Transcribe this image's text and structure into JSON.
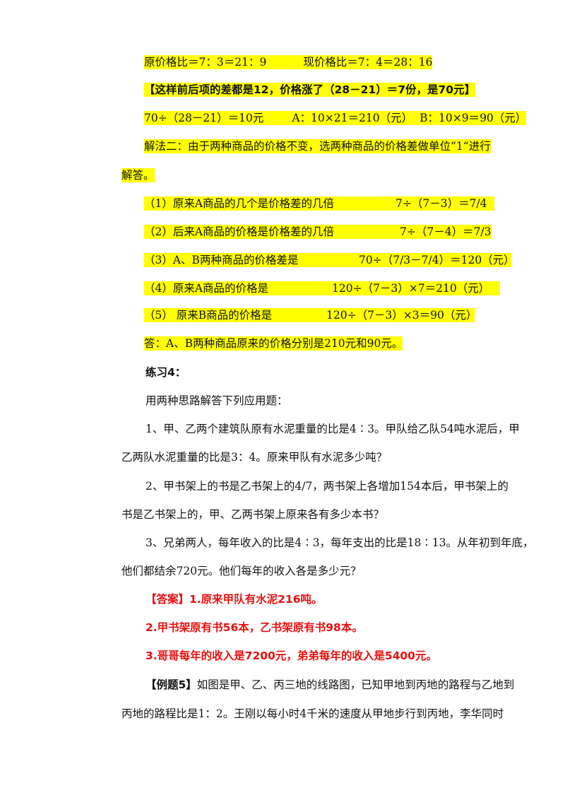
{
  "highlight_color": "#ffff00",
  "answer_color": "#e8100e",
  "solution": {
    "ratios": {
      "original": "原价格比＝7：3＝21：9",
      "current": "现价格比＝7：4＝28：16"
    },
    "note": "【这样前后项的差都是12，价格涨了（28－21）＝7份，是70元】",
    "calc": {
      "part1": "70÷（28－21）＝10元",
      "part2": "A：10×21＝210（元）",
      "part3": "B：10×9＝90（元）"
    },
    "method2": {
      "line1": "解法二：由于两种商品的价格不变，选两种商品的价格差做单位“1“进行",
      "line2": "解答。"
    },
    "steps": [
      {
        "label": "（1）原来A商品的几个是价格差的几倍",
        "formula": "7÷（7－3）＝7/4"
      },
      {
        "label": "（2）后来A商品的价格是价格差的几倍",
        "formula": "7÷（7－4）＝7/3"
      },
      {
        "label": "（3）A、B两种商品的价格差是",
        "formula": "70÷（7/3－7/4）＝120（元）"
      },
      {
        "label": "（4）原来A商品的价格是",
        "formula": "120÷（7－3）×7＝210（元）"
      },
      {
        "label": "（5）  原来B商品的价格是",
        "formula": "120÷（7－3）×3＝90（元）"
      }
    ],
    "answer": "答：A、B两种商品原来的价格分别是210元和90元。"
  },
  "practice": {
    "title": "练习4：",
    "intro": "用两种思路解答下列应用题：",
    "q1": {
      "line1": "1、甲、乙两个建筑队原有水泥重量的比是4∶3。甲队给乙队54吨水泥后，甲",
      "line2": "乙两队水泥重量的比是3：4。原来甲队有水泥多少吨？"
    },
    "q2": {
      "line1": "2、甲书架上的书是乙书架上的4/7，两书架上各增加154本后，甲书架上的",
      "line2": "书是乙书架上的，甲、乙两书架上原来各有多少本书？"
    },
    "q3": {
      "line1": "3、兄弟两人，每年收入的比是4∶3，每年支出的比是18∶13。从年初到年底，",
      "line2": "他们都结余720元。他们每年的收入各是多少元？"
    },
    "answers": {
      "a1": "【答案】1.原来甲队有水泥216吨。",
      "a2": "2.甲书架原有书56本，乙书架原有书98本。",
      "a3": "3.哥哥每年的收入是7200元，弟弟每年的收入是5400元。"
    }
  },
  "example5": {
    "tag": "【例题5】",
    "line1_rest": "如图是甲、乙、丙三地的线路图，已知甲地到丙地的路程与乙地到",
    "line2": "丙地的路程比是1：2。王刚以每小时4千米的速度从甲地步行到丙地，李华同时"
  }
}
